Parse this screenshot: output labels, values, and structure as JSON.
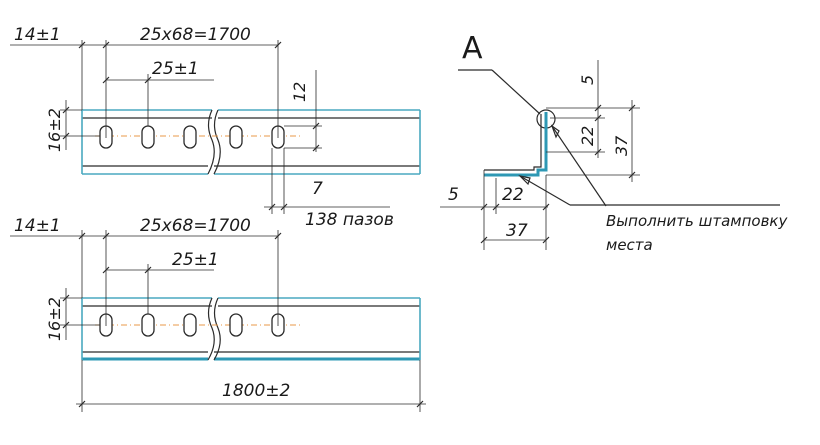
{
  "top_view": {
    "dim_edge": "14±1",
    "dim_total_pitch": "25x68=1700",
    "dim_pitch": "25±1",
    "dim_slot_height": "12",
    "dim_slot_width": "7",
    "slot_count": "138 пазов",
    "dim_offset": "16±2"
  },
  "bottom_view": {
    "dim_edge": "14±1",
    "dim_total_pitch": "25x68=1700",
    "dim_pitch": "25±1",
    "dim_offset": "16±2",
    "dim_length": "1800±2"
  },
  "detail": {
    "label": "A",
    "dim_top": "5",
    "dim_v_inner": "22",
    "dim_v_outer": "37",
    "dim_left": "5",
    "dim_h_inner": "22",
    "dim_h_outer": "37",
    "note_line1": "Выполнить штамповку",
    "note_line2": "места"
  },
  "colors": {
    "profile": "#4aa8c0",
    "axis": "#e89a4a",
    "ink": "#2b2b2b"
  }
}
